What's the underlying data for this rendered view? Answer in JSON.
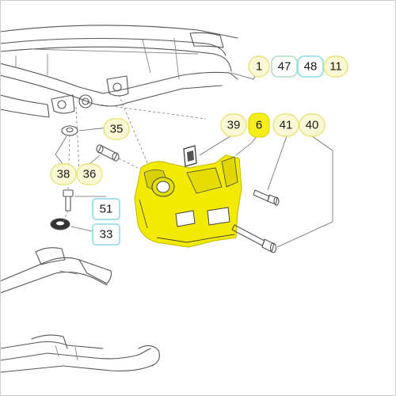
{
  "diagram": {
    "callouts": [
      {
        "label": "1",
        "style": "yellow"
      },
      {
        "label": "47",
        "style": "cyan"
      },
      {
        "label": "48",
        "style": "cyan"
      },
      {
        "label": "11",
        "style": "yellow"
      },
      {
        "label": "35",
        "style": "yellow"
      },
      {
        "label": "39",
        "style": "yellow"
      },
      {
        "label": "6",
        "style": "highlight"
      },
      {
        "label": "41",
        "style": "yellow"
      },
      {
        "label": "40",
        "style": "yellow"
      },
      {
        "label": "38",
        "style": "yellow"
      },
      {
        "label": "36",
        "style": "yellow"
      },
      {
        "label": "51",
        "style": "cyan"
      },
      {
        "label": "33",
        "style": "cyan"
      }
    ],
    "colors": {
      "callout_yellow_stroke": "#e8e27a",
      "callout_cyan_stroke": "#8fd9e8",
      "highlight_yellow": "#f5ee1a",
      "part_yellow": "#f2ea00",
      "lineart": "#555555"
    }
  }
}
